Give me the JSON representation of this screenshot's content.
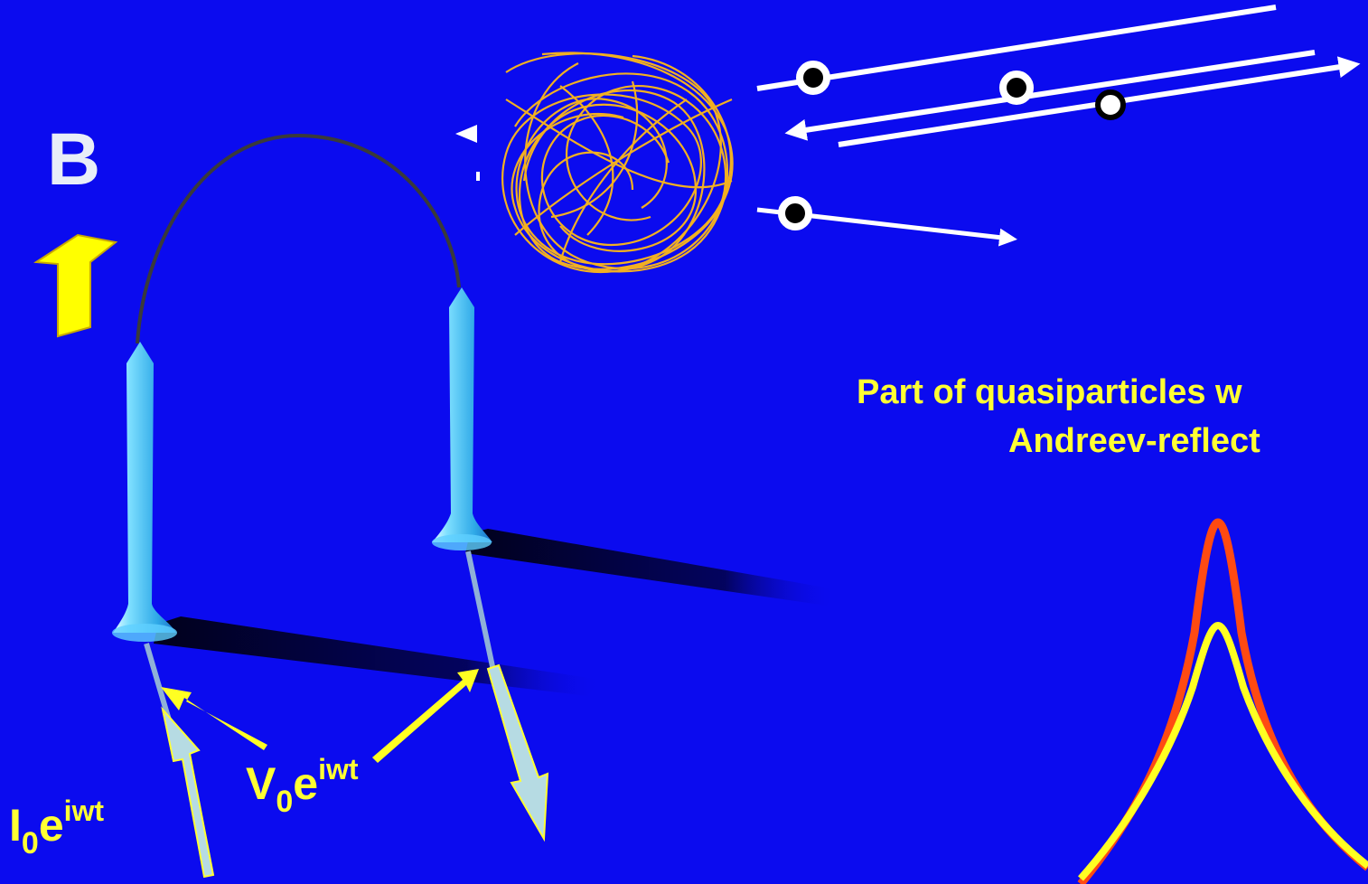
{
  "colors": {
    "background": "#0b0bef",
    "label_text": "#ffff33",
    "white_label": "#e8eef8",
    "tangle": "#f2b021",
    "wire": "#3a3a3a",
    "pillar": "#4fc3f0",
    "tip_arrow": "#b6dbe3",
    "peak_outer": "#ff4a12",
    "peak_inner": "#ffff22",
    "b_arrow": "#ffff00"
  },
  "field": {
    "label": "B",
    "arrow_icon": "arrow-up-icon"
  },
  "current": {
    "base": "I",
    "sub": "0",
    "base2": "e",
    "sup": "iwt"
  },
  "voltage": {
    "base": "V",
    "sub": "0",
    "base2": "e",
    "sup": "iwt"
  },
  "caption": {
    "line1": "Part of quasiparticles w",
    "line2": "Andreev-reflect"
  },
  "icons": {
    "tangle": "vortex-tangle-icon",
    "quasiparticle": "quasiparticle-dot-icon",
    "hole": "quasihole-ring-icon"
  }
}
